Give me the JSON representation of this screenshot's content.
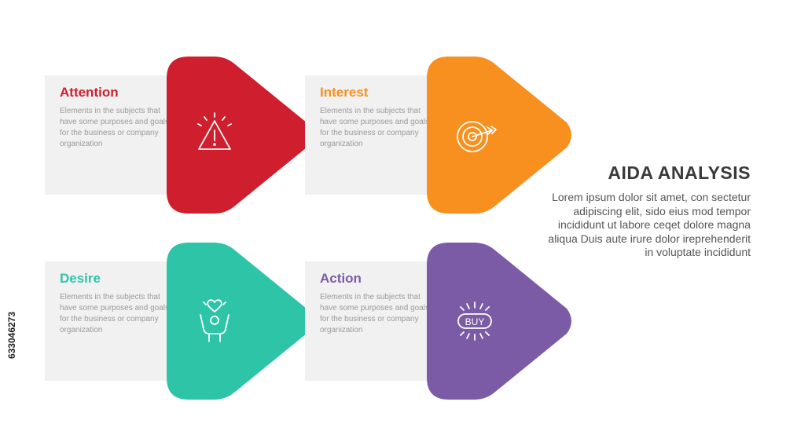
{
  "steps": [
    {
      "title": "Attention",
      "color": "#cf1f2e",
      "icon": "warning-icon",
      "description": "Elements in the subjects that have some purposes and goals for the  business or company organization"
    },
    {
      "title": "Interest",
      "color": "#f7901e",
      "icon": "target-icon",
      "description": "Elements in the subjects that have some purposes and goals for the  business or company organization"
    },
    {
      "title": "Desire",
      "color": "#2ec4a7",
      "icon": "heart-hands-icon",
      "description": "Elements in the subjects that have some purposes and goals for the  business or company organization"
    },
    {
      "title": "Action",
      "color": "#7c5ba6",
      "icon": "buy-button-icon",
      "icon_label": "BUY",
      "description": "Elements in the subjects that have some purposes and goals for the  business or company organization"
    }
  ],
  "side": {
    "title": "AIDA ANALYSIS",
    "body": "Lorem ipsum dolor sit amet, con sectetur adipiscing elit, sido eius mod tempor incididunt ut labore ceqet dolore magna aliqua Duis aute irure dolor ireprehenderit in voluptate incididunt"
  },
  "stock_id": "633046273"
}
